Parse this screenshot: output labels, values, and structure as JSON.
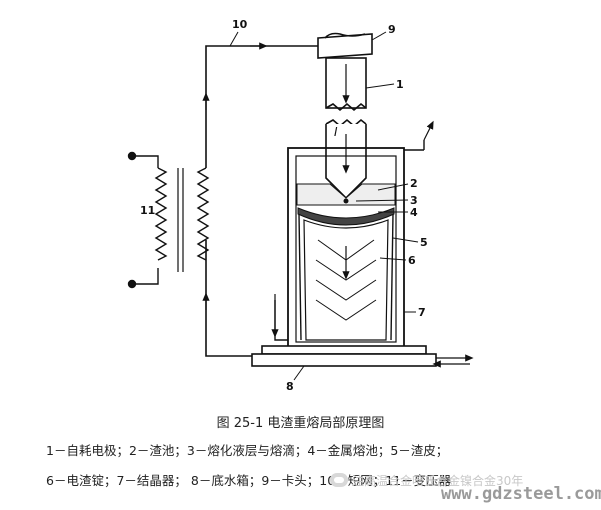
{
  "figure": {
    "caption": "图 25-1    电渣重熔局部原理图",
    "legend_line1": "1－自耗电极；2－渣池；3－熔化液层与熔滴；4－金属熔池；5－渣皮；",
    "legend_line2": "6－电渣锭；7－结晶器；  8－底水箱；9－卡头；10－短网；11－变压器"
  },
  "labels": {
    "n1": "1",
    "n2": "2",
    "n3": "3",
    "n4": "4",
    "n5": "5",
    "n6": "6",
    "n7": "7",
    "n8": "8",
    "n9": "9",
    "n10": "10",
    "n11": "11",
    "current": "I"
  },
  "watermark": {
    "text": "注高温合金哈氏合金镍合金30年",
    "url": "www.gdzsteel.com"
  },
  "colors": {
    "ink": "#111111",
    "slag": "#e8e8e8",
    "pool": "#444444"
  },
  "icons": [
    "wechat-icon"
  ]
}
